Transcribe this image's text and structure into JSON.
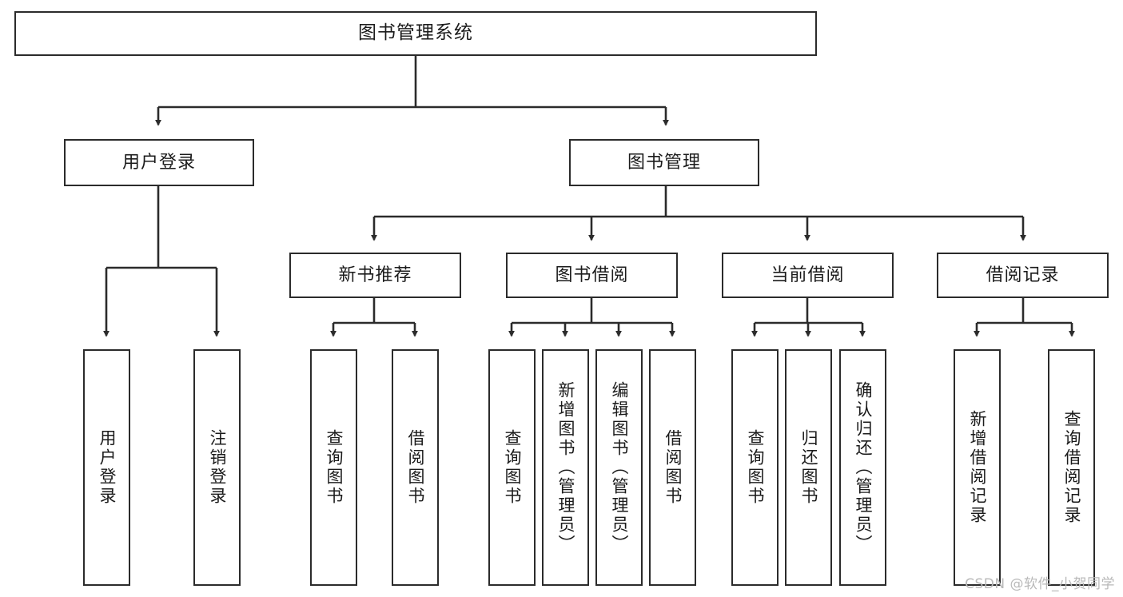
{
  "diagram": {
    "title": "图书管理系统",
    "type": "tree",
    "orientation": "top-down",
    "stroke_color": "#2b2b2b",
    "fill_color": "#ffffff",
    "text_color": "#1b1b1b"
  },
  "nodes": {
    "root": {
      "label": "图书管理系统"
    },
    "level1": [
      {
        "id": "user-login",
        "label": "用户登录"
      },
      {
        "id": "book-manage",
        "label": "图书管理"
      }
    ],
    "level2": [
      {
        "id": "new-book-rec",
        "label": "新书推荐"
      },
      {
        "id": "book-borrow",
        "label": "图书借阅"
      },
      {
        "id": "current-borrow",
        "label": "当前借阅"
      },
      {
        "id": "borrow-record",
        "label": "借阅记录"
      }
    ],
    "leaves": {
      "user-login": [
        {
          "id": "leaf-user-login",
          "label": "用户登录"
        },
        {
          "id": "leaf-user-logout",
          "label": "注销登录"
        }
      ],
      "new-book-rec": [
        {
          "id": "leaf-query-book-1",
          "label": "查询图书"
        },
        {
          "id": "leaf-borrow-book-1",
          "label": "借阅图书"
        }
      ],
      "book-borrow": [
        {
          "id": "leaf-query-book-2",
          "label": "查询图书"
        },
        {
          "id": "leaf-add-book",
          "label": "新增图书（管理员）"
        },
        {
          "id": "leaf-edit-book",
          "label": "编辑图书（管理员）"
        },
        {
          "id": "leaf-borrow-book-2",
          "label": "借阅图书"
        }
      ],
      "current-borrow": [
        {
          "id": "leaf-query-book-3",
          "label": "查询图书"
        },
        {
          "id": "leaf-return-book",
          "label": "归还图书"
        },
        {
          "id": "leaf-confirm-return",
          "label": "确认归还（管理员）"
        }
      ],
      "borrow-record": [
        {
          "id": "leaf-add-record",
          "label": "新增借阅记录"
        },
        {
          "id": "leaf-query-record",
          "label": "查询借阅记录"
        }
      ]
    }
  },
  "watermark": {
    "text": "CSDN @软件_小贺同学"
  }
}
